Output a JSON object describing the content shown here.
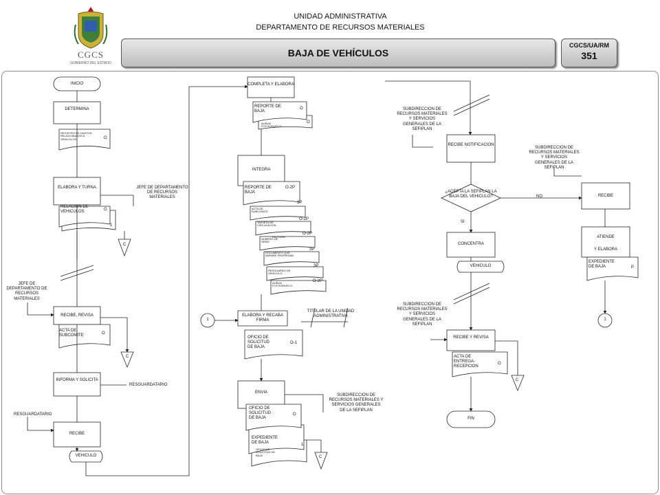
{
  "header": {
    "logo_text": "CGCS",
    "logo_subtext": "GOBIERNO DEL ESTADO",
    "line1": "UNIDAD ADMINISTRATIVA",
    "line2": "DEPARTAMENTO DE RECURSOS MATERIALES",
    "title": "BAJA DE VEHÍCULOS",
    "code_label": "CGCS/UA/RM",
    "code_number": "351"
  },
  "col1": {
    "inicio": "INICIO",
    "determina": "DETERMINA",
    "doc_registro": "REGISTRO DE GASTOS RELACIONADOS A VEHICULOS",
    "o": "O",
    "elabora": "ELABORA Y TURNA",
    "relacion": "RELACION DE VEHICULOS",
    "one": "1",
    "c": "C",
    "jefe1": "JEFE DE DEPARTAMENTO DE RECURSOS MATERIALES",
    "jefe2": "JEFE DE DEPARTAMENTO DE RECURSOS MATERIALES",
    "recibe_revisa": "RECIBE, REVISA",
    "acta_subcomite": "ACTA DE SUBCOMITE",
    "informa": "INFORMA Y SOLICITA",
    "resguardatario1": "RESGUARDATARIO",
    "resguardatario2": "RESGUARDATARIO",
    "recibe": "RECIBE",
    "vehiculo": "VEHICULO"
  },
  "col2": {
    "completa": "COMPLETA Y ELABORA",
    "reporte_baja": "REPORTE DE BAJA",
    "album": "ALBUM FOTOGRAFICO",
    "integra": "INTEGRA",
    "o2p": "O-2P",
    "tp": "3P",
    "acta_sub": "ACTA DE SUBCOMITE",
    "tarjeta": "TARJETA DE CIRCULACION",
    "numero_serie": "NUMERO DE SERIE",
    "factura": "FACTURA",
    "documento": "DOCUMENTO QUE AMPARE PROPIEDAD",
    "resguardo": "RESGUARDO DE VEHICULO",
    "connector_one": "1",
    "elabora_firma": "ELABORA Y RECABA FIRMA",
    "titular": "TITULAR DE LA UNIDAD ADMINISTRATIVA",
    "oficio": "OFICIO DE SOLICITUD DE BAJA",
    "o1": "O-1",
    "envia": "ENVIA",
    "subdir": "SUBDIRECCION DE RECURSOS MATERIALES Y SERVICIOS GENERALES DE LA SEFIPLAN",
    "expediente": "EXPEDIENTE DE BAJA",
    "oficio_small": "OFICIO DE SOLICITUD DE BAJA"
  },
  "col3": {
    "subdir1": "SUBDIRECCION DE RECURSOS MATERIALES Y SERVICIOS GENERALES DE LA SEFIPLAN",
    "recibe_notif": "RECIBE NOTIFICACION",
    "decision": "¿ACEPTA LA SEFIPLAN LA BAJA DEL VEHICULO?",
    "si": "SI",
    "no": "NO",
    "concentra": "CONCENTRA",
    "vehiculo": "VEHICULO",
    "subdir2": "SUBDIRECCION DE RECURSOS MATERIALES Y SERVICIOS GENERALES DE LA SEFIPLAN",
    "recibe_revisa": "RECIBE Y REVISA",
    "acta_entrega": "ACTA DE ENTREGA-RECEPCION",
    "o": "O",
    "c": "C",
    "fin": "FIN"
  },
  "col4": {
    "subdir": "SUBDIRECCION DE RECURSOS MATERIALES Y SERVICIOS GENERALES DE LA SEFIPLAN",
    "recibe": "RECIBE",
    "atiende": "ATIENDE",
    "y_elabora": "Y ELABORA",
    "expediente": "EXPEDIENTE DE BAJA",
    "p": "P",
    "one": "1"
  },
  "colors": {
    "title_gradient_top": "#e9e9e9",
    "title_gradient_bottom": "#bdbdbd",
    "line": "#222222"
  }
}
